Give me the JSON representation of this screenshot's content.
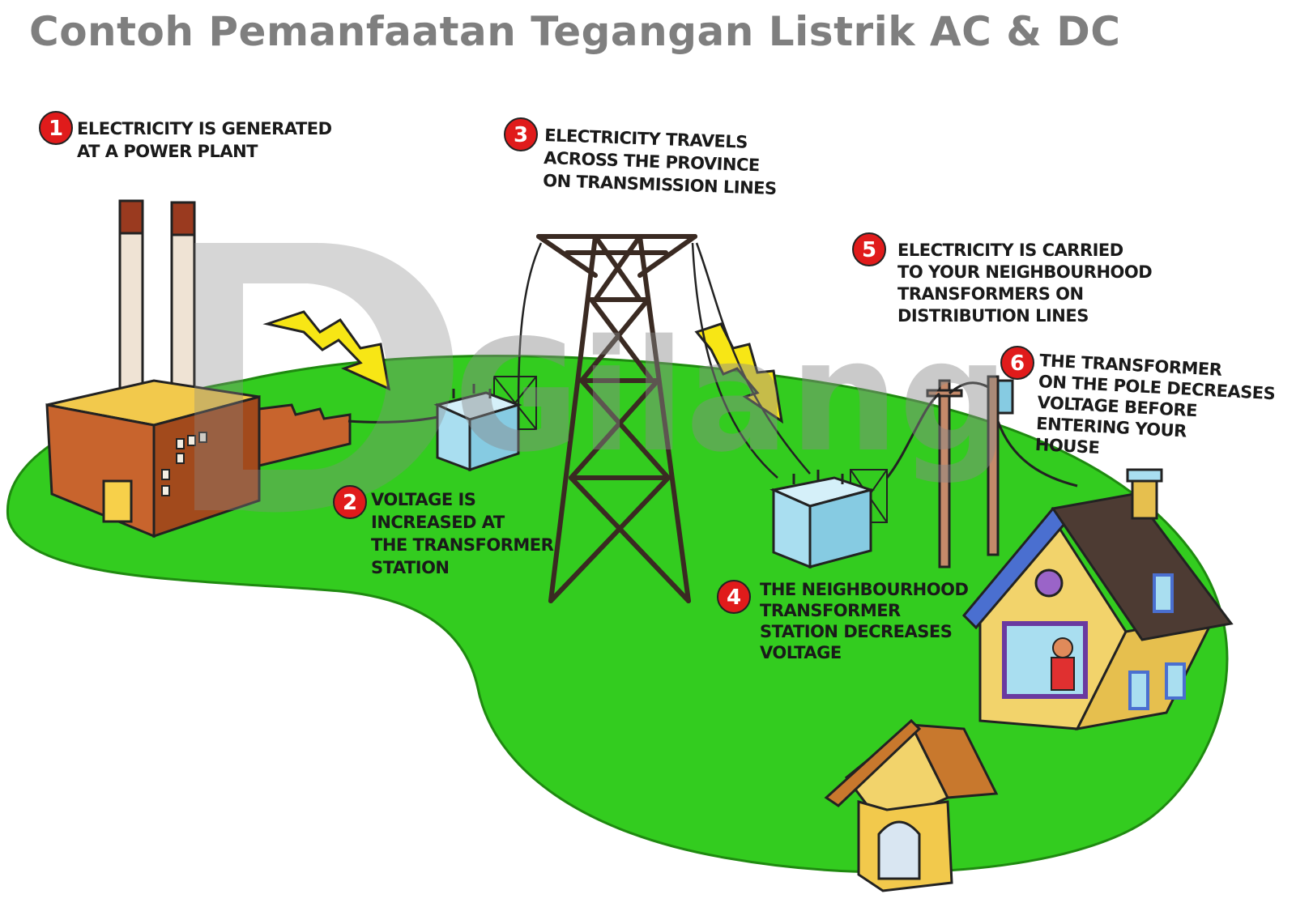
{
  "title": "Contoh Pemanfaatan Tegangan Listrik AC & DC",
  "watermark": "Gilang",
  "colors": {
    "title": "#7f7f7f",
    "grass": "#33cc1f",
    "badge": "#e01b1b",
    "bolt": "#f7e615",
    "transformer": "#a9def0",
    "tower": "#3a2a22",
    "factory": "#c8642d",
    "house": "#f2d36b",
    "roof": "#4d3b33"
  },
  "steps": [
    {
      "number": "1",
      "lines": [
        "ELECTRICITY IS GENERATED",
        "AT A POWER PLANT"
      ]
    },
    {
      "number": "2",
      "lines": [
        "VOLTAGE IS",
        "INCREASED AT",
        "THE TRANSFORMER",
        "STATION"
      ]
    },
    {
      "number": "3",
      "lines": [
        "ELECTRICITY TRAVELS",
        "ACROSS THE PROVINCE",
        "ON TRANSMISSION LINES"
      ]
    },
    {
      "number": "4",
      "lines": [
        "THE NEIGHBOURHOOD",
        "TRANSFORMER",
        "STATION DECREASES",
        "VOLTAGE"
      ]
    },
    {
      "number": "5",
      "lines": [
        "ELECTRICITY IS CARRIED",
        "TO YOUR NEIGHBOURHOOD",
        "TRANSFORMERS ON",
        "DISTRIBUTION LINES"
      ]
    },
    {
      "number": "6",
      "lines": [
        "THE TRANSFORMER",
        "ON THE POLE DECREASES",
        "VOLTAGE BEFORE",
        "ENTERING YOUR",
        "HOUSE"
      ]
    }
  ]
}
